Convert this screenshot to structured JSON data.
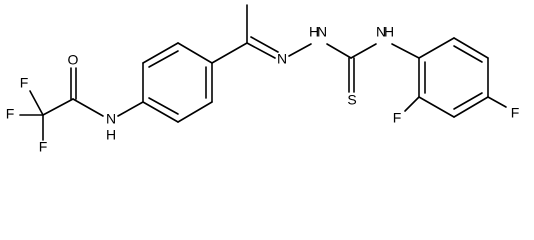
{
  "diagram": {
    "type": "chemical-structure",
    "atoms": {
      "o": "O",
      "nh_amide": "N",
      "h_amide": "H",
      "f_top": "F",
      "f_left": "F",
      "f_bottom": "F",
      "n_imine": "N",
      "n_hydrazone": "N",
      "h_hydrazone": "H",
      "n_thio": "N",
      "h_thio": "H",
      "s": "S",
      "f_ortho": "F",
      "f_para": "F"
    }
  }
}
